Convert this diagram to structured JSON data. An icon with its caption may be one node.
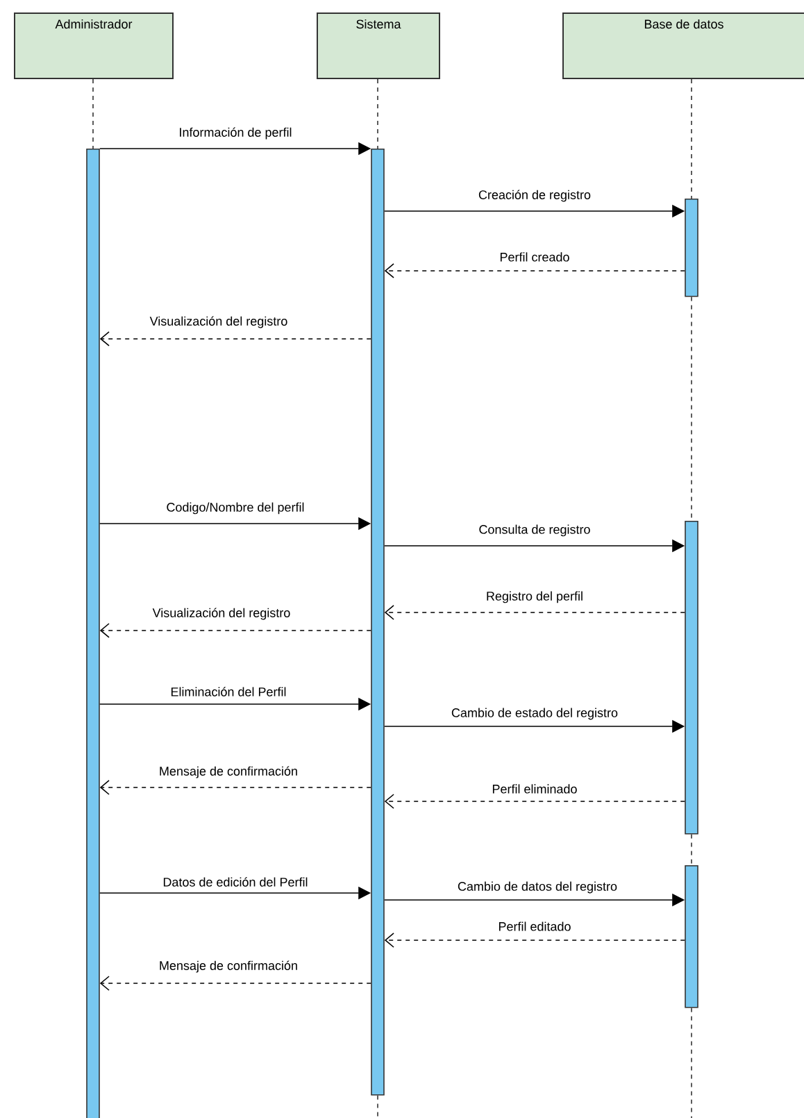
{
  "diagram": {
    "nodes": [
      {
        "text": [
          "Administrador"
        ]
      },
      {
        "text": [
          "Sistema"
        ]
      },
      {
        "text": [
          "Base de datos"
        ]
      },
      {
        "text": [],
        "shape": "bar"
      },
      {
        "text": [],
        "shape": "bar"
      },
      {
        "text": [],
        "shape": "bar"
      },
      {
        "text": [],
        "shape": "bar"
      },
      {
        "text": [],
        "shape": "bar"
      }
    ],
    "edges": [
      {
        "from": 0,
        "to": 3,
        "arrow": "none",
        "style": "dashed"
      },
      {
        "from": 1,
        "to": 4,
        "arrow": "none",
        "style": "dashed"
      },
      {
        "from": 2,
        "to": 5,
        "arrow": "none",
        "style": "dashed"
      },
      {
        "from": 5,
        "to": 6,
        "arrow": "none",
        "style": "dashed"
      },
      {
        "from": 6,
        "to": 7,
        "arrow": "none",
        "style": "dashed"
      },
      {
        "from": 7,
        "to": null,
        "arrow": "none",
        "style": "dashed"
      },
      {
        "from": 4,
        "to": null,
        "arrow": "none",
        "style": "dashed"
      },
      {
        "from": 3,
        "to": 4,
        "arrow": "to",
        "label": "Información de perfil"
      },
      {
        "from": 4,
        "to": 5,
        "arrow": "to",
        "label": "Creación de registro"
      },
      {
        "from": 5,
        "to": 4,
        "arrow": "to",
        "label": "Perfil creado",
        "style": "dashed"
      },
      {
        "from": 4,
        "to": 3,
        "arrow": "to",
        "label": "Visualización del registro",
        "style": "dashed"
      },
      {
        "from": 3,
        "to": 4,
        "arrow": "to",
        "label": "Codigo/Nombre del perfil"
      },
      {
        "from": 4,
        "to": 6,
        "arrow": "to",
        "label": "Consulta de registro"
      },
      {
        "from": 6,
        "to": 4,
        "arrow": "to",
        "label": "Registro del perfil",
        "style": "dashed"
      },
      {
        "from": 4,
        "to": 3,
        "arrow": "to",
        "label": "Visualización del registro",
        "style": "dashed"
      },
      {
        "from": 3,
        "to": 4,
        "arrow": "to",
        "label": "Eliminación del Perfil"
      },
      {
        "from": 4,
        "to": 6,
        "arrow": "to",
        "label": "Cambio de estado del registro"
      },
      {
        "from": 4,
        "to": 3,
        "arrow": "to",
        "label": "Mensaje de confirmación",
        "style": "dashed"
      },
      {
        "from": 6,
        "to": 4,
        "arrow": "to",
        "label": "Perfil eliminado",
        "style": "dashed"
      },
      {
        "from": 3,
        "to": 4,
        "arrow": "to",
        "label": "Datos de edición del Perfil"
      },
      {
        "from": 4,
        "to": 7,
        "arrow": "to",
        "label": "Cambio de datos del registro"
      },
      {
        "from": 7,
        "to": 4,
        "arrow": "to",
        "label": "Perfil editado",
        "style": "dashed"
      },
      {
        "from": 4,
        "to": 3,
        "arrow": "to",
        "label": "Mensaje de confirmación",
        "style": "dashed"
      }
    ]
  }
}
